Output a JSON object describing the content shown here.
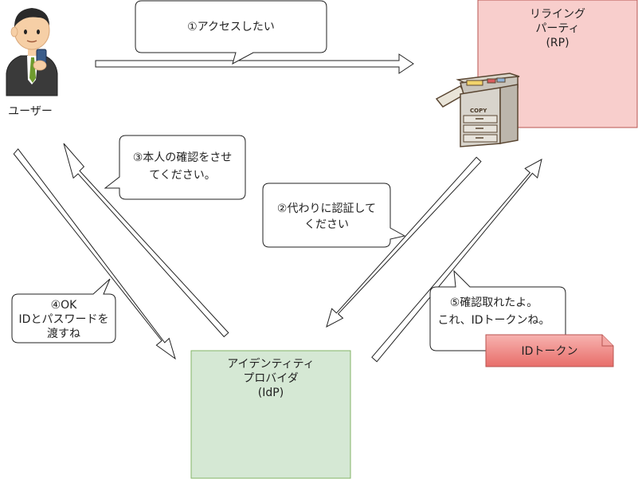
{
  "actors": {
    "user": {
      "label": "ユーザー"
    },
    "rp": {
      "line1": "リライング",
      "line2": "パーティ",
      "line3": "(RP)",
      "copier_label": "COPY"
    },
    "idp": {
      "line1": "アイデンティティ",
      "line2": "プロバイダ",
      "line3": "(IdP)"
    },
    "token": {
      "label": "IDトークン"
    }
  },
  "messages": {
    "m1": {
      "line1": "①アクセスしたい"
    },
    "m2": {
      "line1": "②代わりに認証して",
      "line2": "ください"
    },
    "m3": {
      "line1": "③本人の確認をさせ",
      "line2": "てください。"
    },
    "m4": {
      "line1": "④OK",
      "line2": "IDとパスワードを",
      "line3": "渡すね"
    },
    "m5": {
      "line1": "⑤確認取れたよ。",
      "line2": "これ、IDトークンね。"
    }
  },
  "colors": {
    "rp_fill": "#f8cecc",
    "rp_stroke": "#b85450",
    "idp_fill": "#d5e8d4",
    "idp_stroke": "#82b366",
    "token_fill": "#ea6b66",
    "token_stroke": "#b85450"
  }
}
